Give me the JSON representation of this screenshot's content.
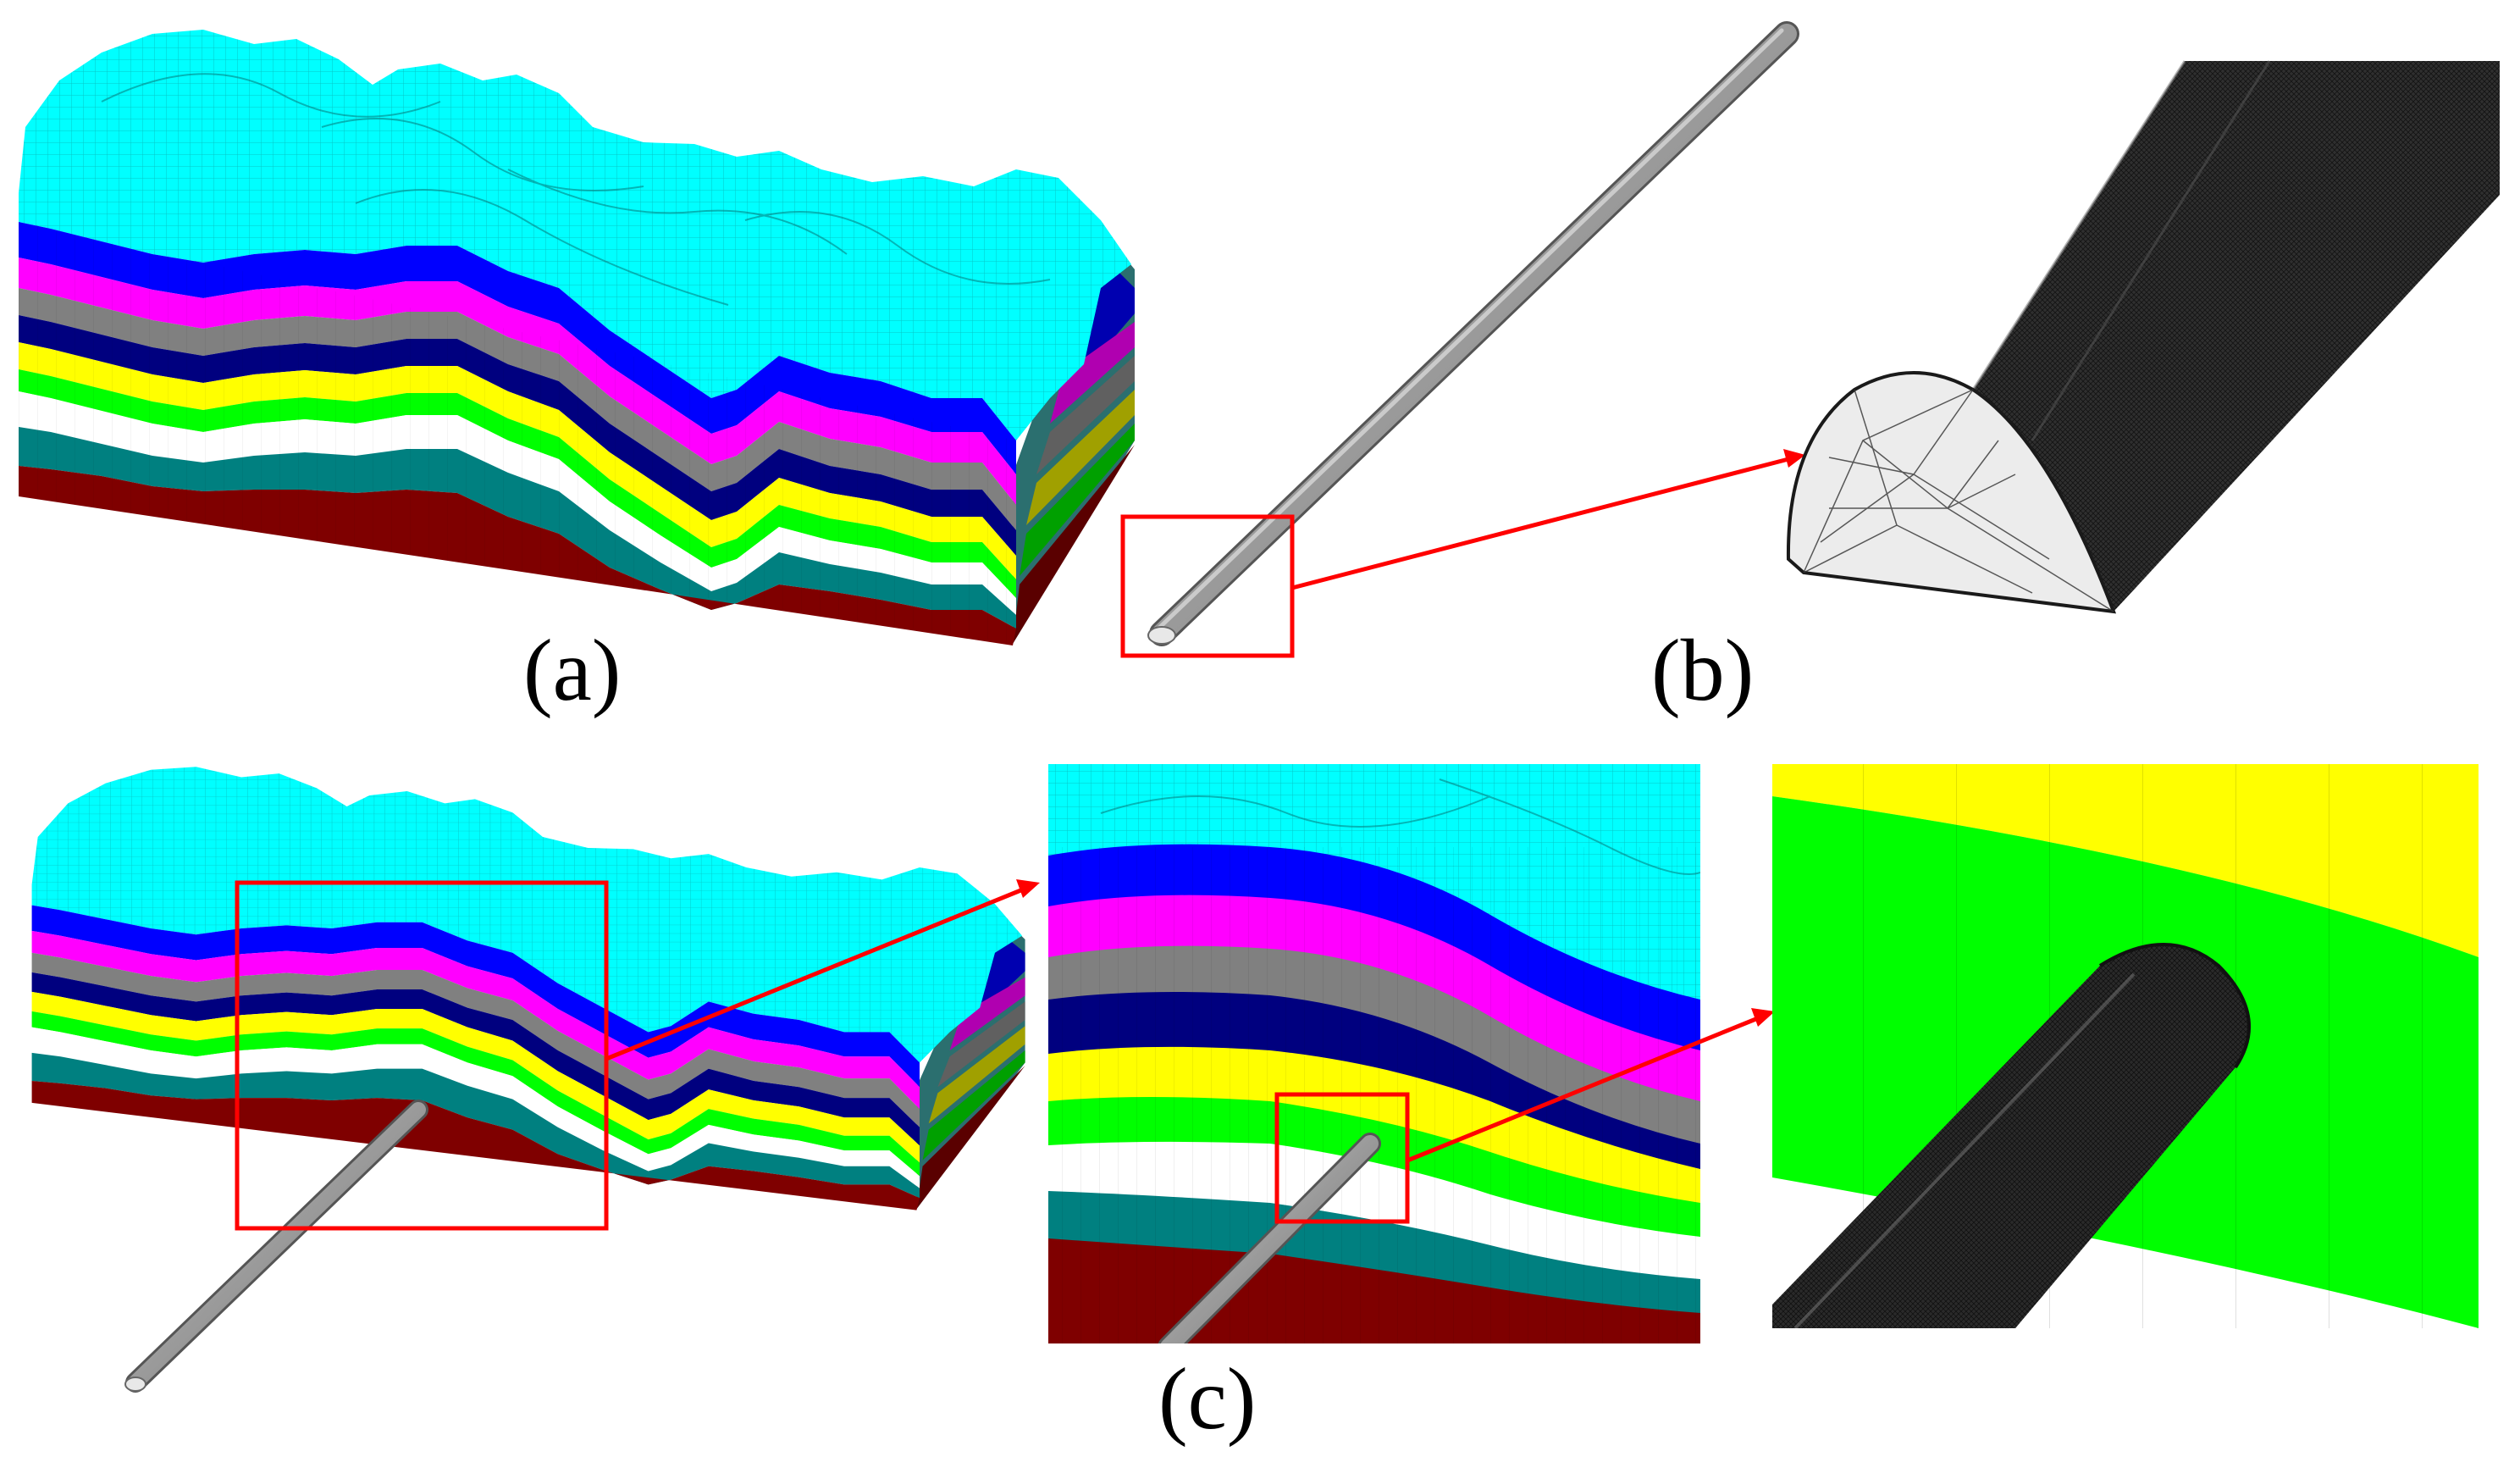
{
  "labels": {
    "a": "(a)",
    "b": "(b)",
    "c": "(c)"
  },
  "colors": {
    "terrain": "#00ffff",
    "layers": [
      "#0000ff",
      "#ff00ff",
      "#808080",
      "#00007f",
      "#ffff00",
      "#00ff00",
      "#ffffff",
      "#008080",
      "#7f0000"
    ],
    "tunnel": "#a9a9a9",
    "tunnel_mesh": "#3a3a3a",
    "highlight": "#ff0000"
  }
}
